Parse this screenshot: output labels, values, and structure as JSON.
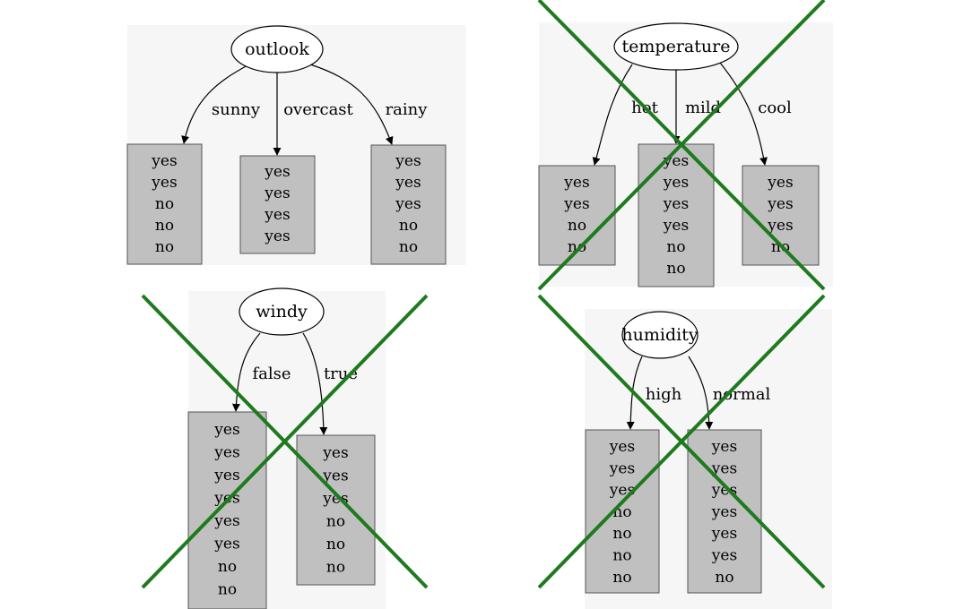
{
  "colors": {
    "cross": "#1f7a1f",
    "leaf_fill": "#c0c0c0",
    "panel_background": "#f6f6f6"
  },
  "trees": [
    {
      "attribute": "outlook",
      "rejected": false,
      "branches": [
        {
          "label": "sunny",
          "leaf": [
            "yes",
            "yes",
            "no",
            "no",
            "no"
          ]
        },
        {
          "label": "overcast",
          "leaf": [
            "yes",
            "yes",
            "yes",
            "yes"
          ]
        },
        {
          "label": "rainy",
          "leaf": [
            "yes",
            "yes",
            "yes",
            "no",
            "no"
          ]
        }
      ]
    },
    {
      "attribute": "temperature",
      "rejected": true,
      "branches": [
        {
          "label": "hot",
          "leaf": [
            "yes",
            "yes",
            "no",
            "no"
          ]
        },
        {
          "label": "mild",
          "leaf": [
            "yes",
            "yes",
            "yes",
            "yes",
            "no",
            "no"
          ]
        },
        {
          "label": "cool",
          "leaf": [
            "yes",
            "yes",
            "yes",
            "no"
          ]
        }
      ]
    },
    {
      "attribute": "windy",
      "rejected": true,
      "branches": [
        {
          "label": "false",
          "leaf": [
            "yes",
            "yes",
            "yes",
            "yes",
            "yes",
            "yes",
            "no",
            "no"
          ]
        },
        {
          "label": "true",
          "leaf": [
            "yes",
            "yes",
            "yes",
            "no",
            "no",
            "no"
          ]
        }
      ]
    },
    {
      "attribute": "humidity",
      "rejected": true,
      "branches": [
        {
          "label": "high",
          "leaf": [
            "yes",
            "yes",
            "yes",
            "no",
            "no",
            "no",
            "no"
          ]
        },
        {
          "label": "normal",
          "leaf": [
            "yes",
            "yes",
            "yes",
            "yes",
            "yes",
            "yes",
            "no"
          ]
        }
      ]
    }
  ]
}
